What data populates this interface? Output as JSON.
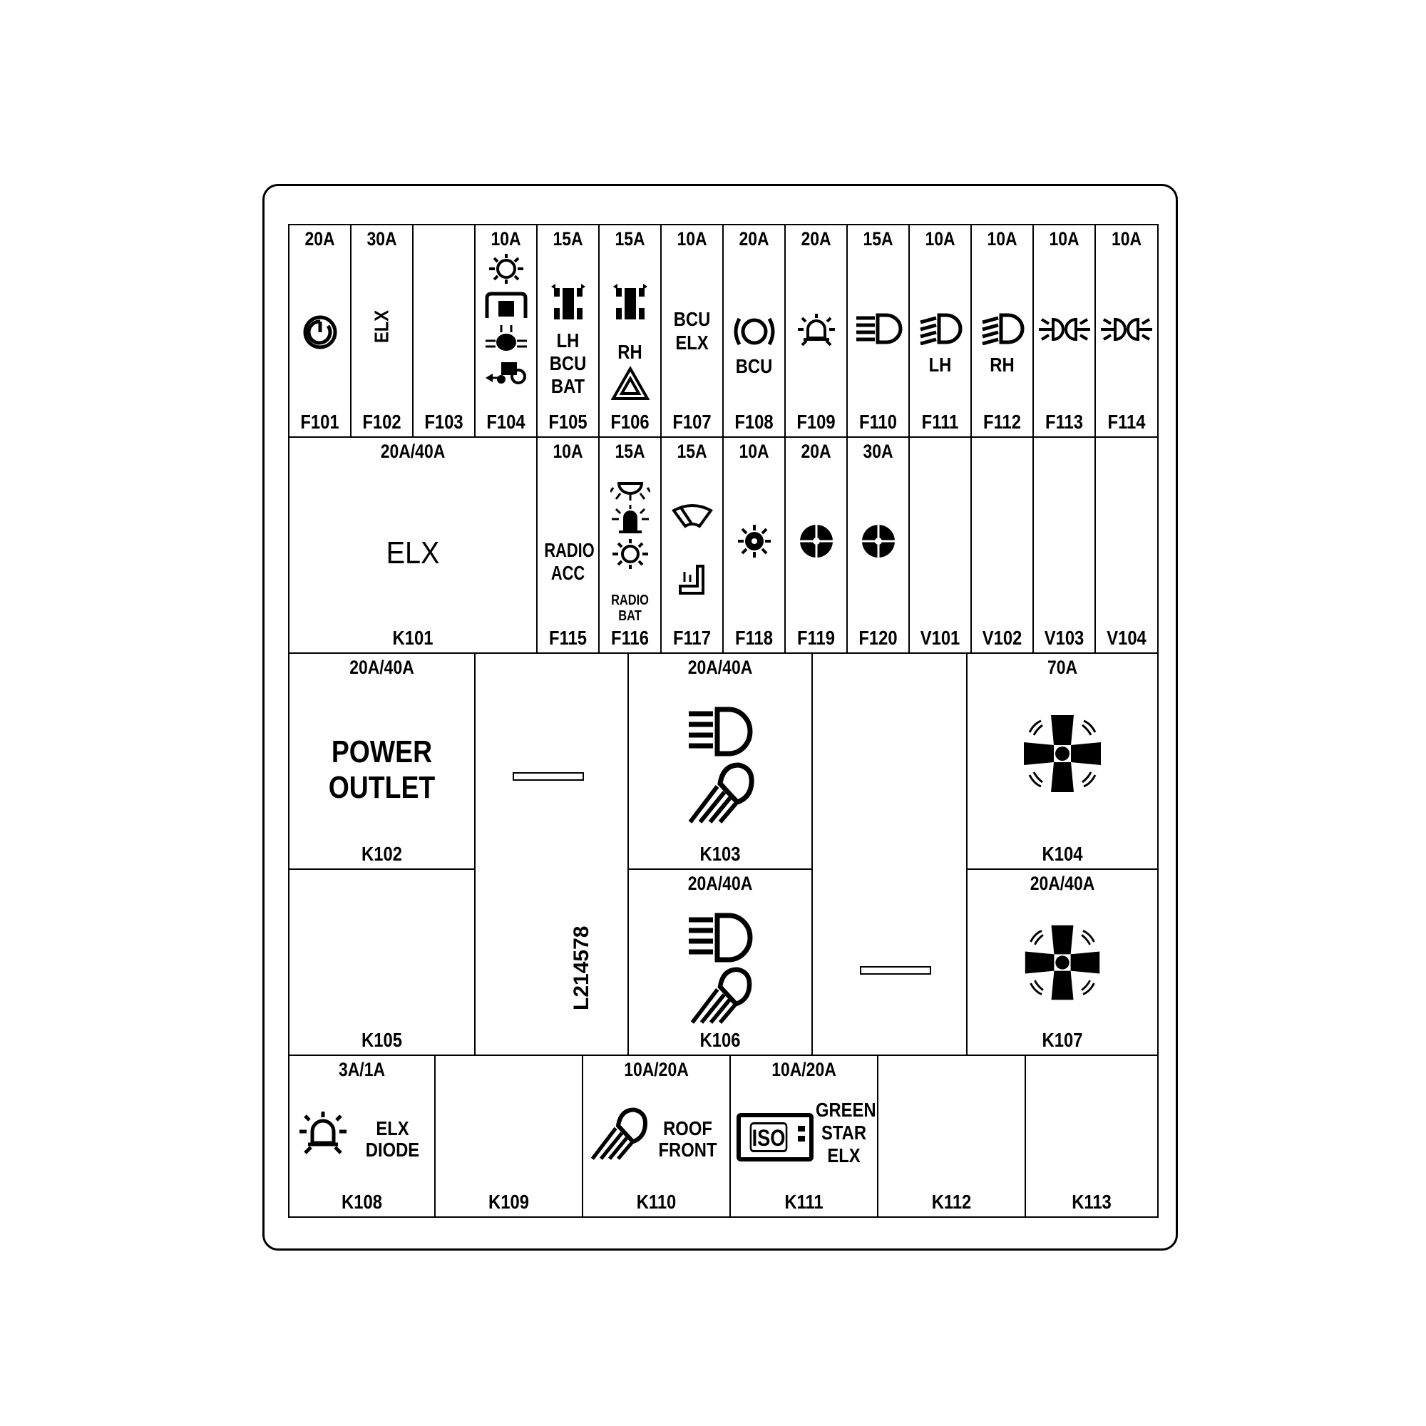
{
  "doc_code": "L214578",
  "fuses_row1": [
    {
      "id": "F101",
      "amp": "20A"
    },
    {
      "id": "F102",
      "amp": "30A",
      "label": "ELX"
    },
    {
      "id": "F103",
      "amp": ""
    },
    {
      "id": "F104",
      "amp": "10A"
    },
    {
      "id": "F105",
      "amp": "15A",
      "label": [
        "LH",
        "BCU",
        "BAT"
      ]
    },
    {
      "id": "F106",
      "amp": "15A",
      "label": "RH"
    },
    {
      "id": "F107",
      "amp": "10A",
      "label": [
        "BCU",
        "ELX"
      ]
    },
    {
      "id": "F108",
      "amp": "20A",
      "label": "BCU"
    },
    {
      "id": "F109",
      "amp": "20A"
    },
    {
      "id": "F110",
      "amp": "15A"
    },
    {
      "id": "F111",
      "amp": "10A",
      "label": "LH"
    },
    {
      "id": "F112",
      "amp": "10A",
      "label": "RH"
    },
    {
      "id": "F113",
      "amp": "10A"
    },
    {
      "id": "F114",
      "amp": "10A"
    }
  ],
  "row2": {
    "k101": {
      "id": "K101",
      "amp": "20A/40A",
      "label": "ELX"
    },
    "f115": {
      "id": "F115",
      "amp": "10A",
      "label": [
        "RADIO",
        "ACC"
      ]
    },
    "f116": {
      "id": "F116",
      "amp": "15A",
      "label": [
        "RADIO",
        "BAT"
      ]
    },
    "f117": {
      "id": "F117",
      "amp": "15A"
    },
    "f118": {
      "id": "F118",
      "amp": "10A"
    },
    "f119": {
      "id": "F119",
      "amp": "20A"
    },
    "f120": {
      "id": "F120",
      "amp": "30A"
    },
    "v101": {
      "id": "V101"
    },
    "v102": {
      "id": "V102"
    },
    "v103": {
      "id": "V103"
    },
    "v104": {
      "id": "V104"
    }
  },
  "relays": {
    "k102": {
      "id": "K102",
      "amp": "20A/40A",
      "label": [
        "POWER",
        "OUTLET"
      ]
    },
    "k103": {
      "id": "K103",
      "amp": "20A/40A"
    },
    "k104": {
      "id": "K104",
      "amp": "70A"
    },
    "k105": {
      "id": "K105"
    },
    "k106": {
      "id": "K106",
      "amp": "20A/40A"
    },
    "k107": {
      "id": "K107",
      "amp": "20A/40A"
    }
  },
  "row5": {
    "k108": {
      "id": "K108",
      "amp": "3A/1A",
      "label": [
        "ELX",
        "DIODE"
      ]
    },
    "k109": {
      "id": "K109"
    },
    "k110": {
      "id": "K110",
      "amp": "10A/20A",
      "label": [
        "ROOF",
        "FRONT"
      ]
    },
    "k111": {
      "id": "K111",
      "amp": "10A/20A",
      "label": [
        "GREEN",
        "STAR",
        "ELX"
      ],
      "badge": "ISO"
    },
    "k112": {
      "id": "K112"
    },
    "k113": {
      "id": "K113"
    }
  }
}
